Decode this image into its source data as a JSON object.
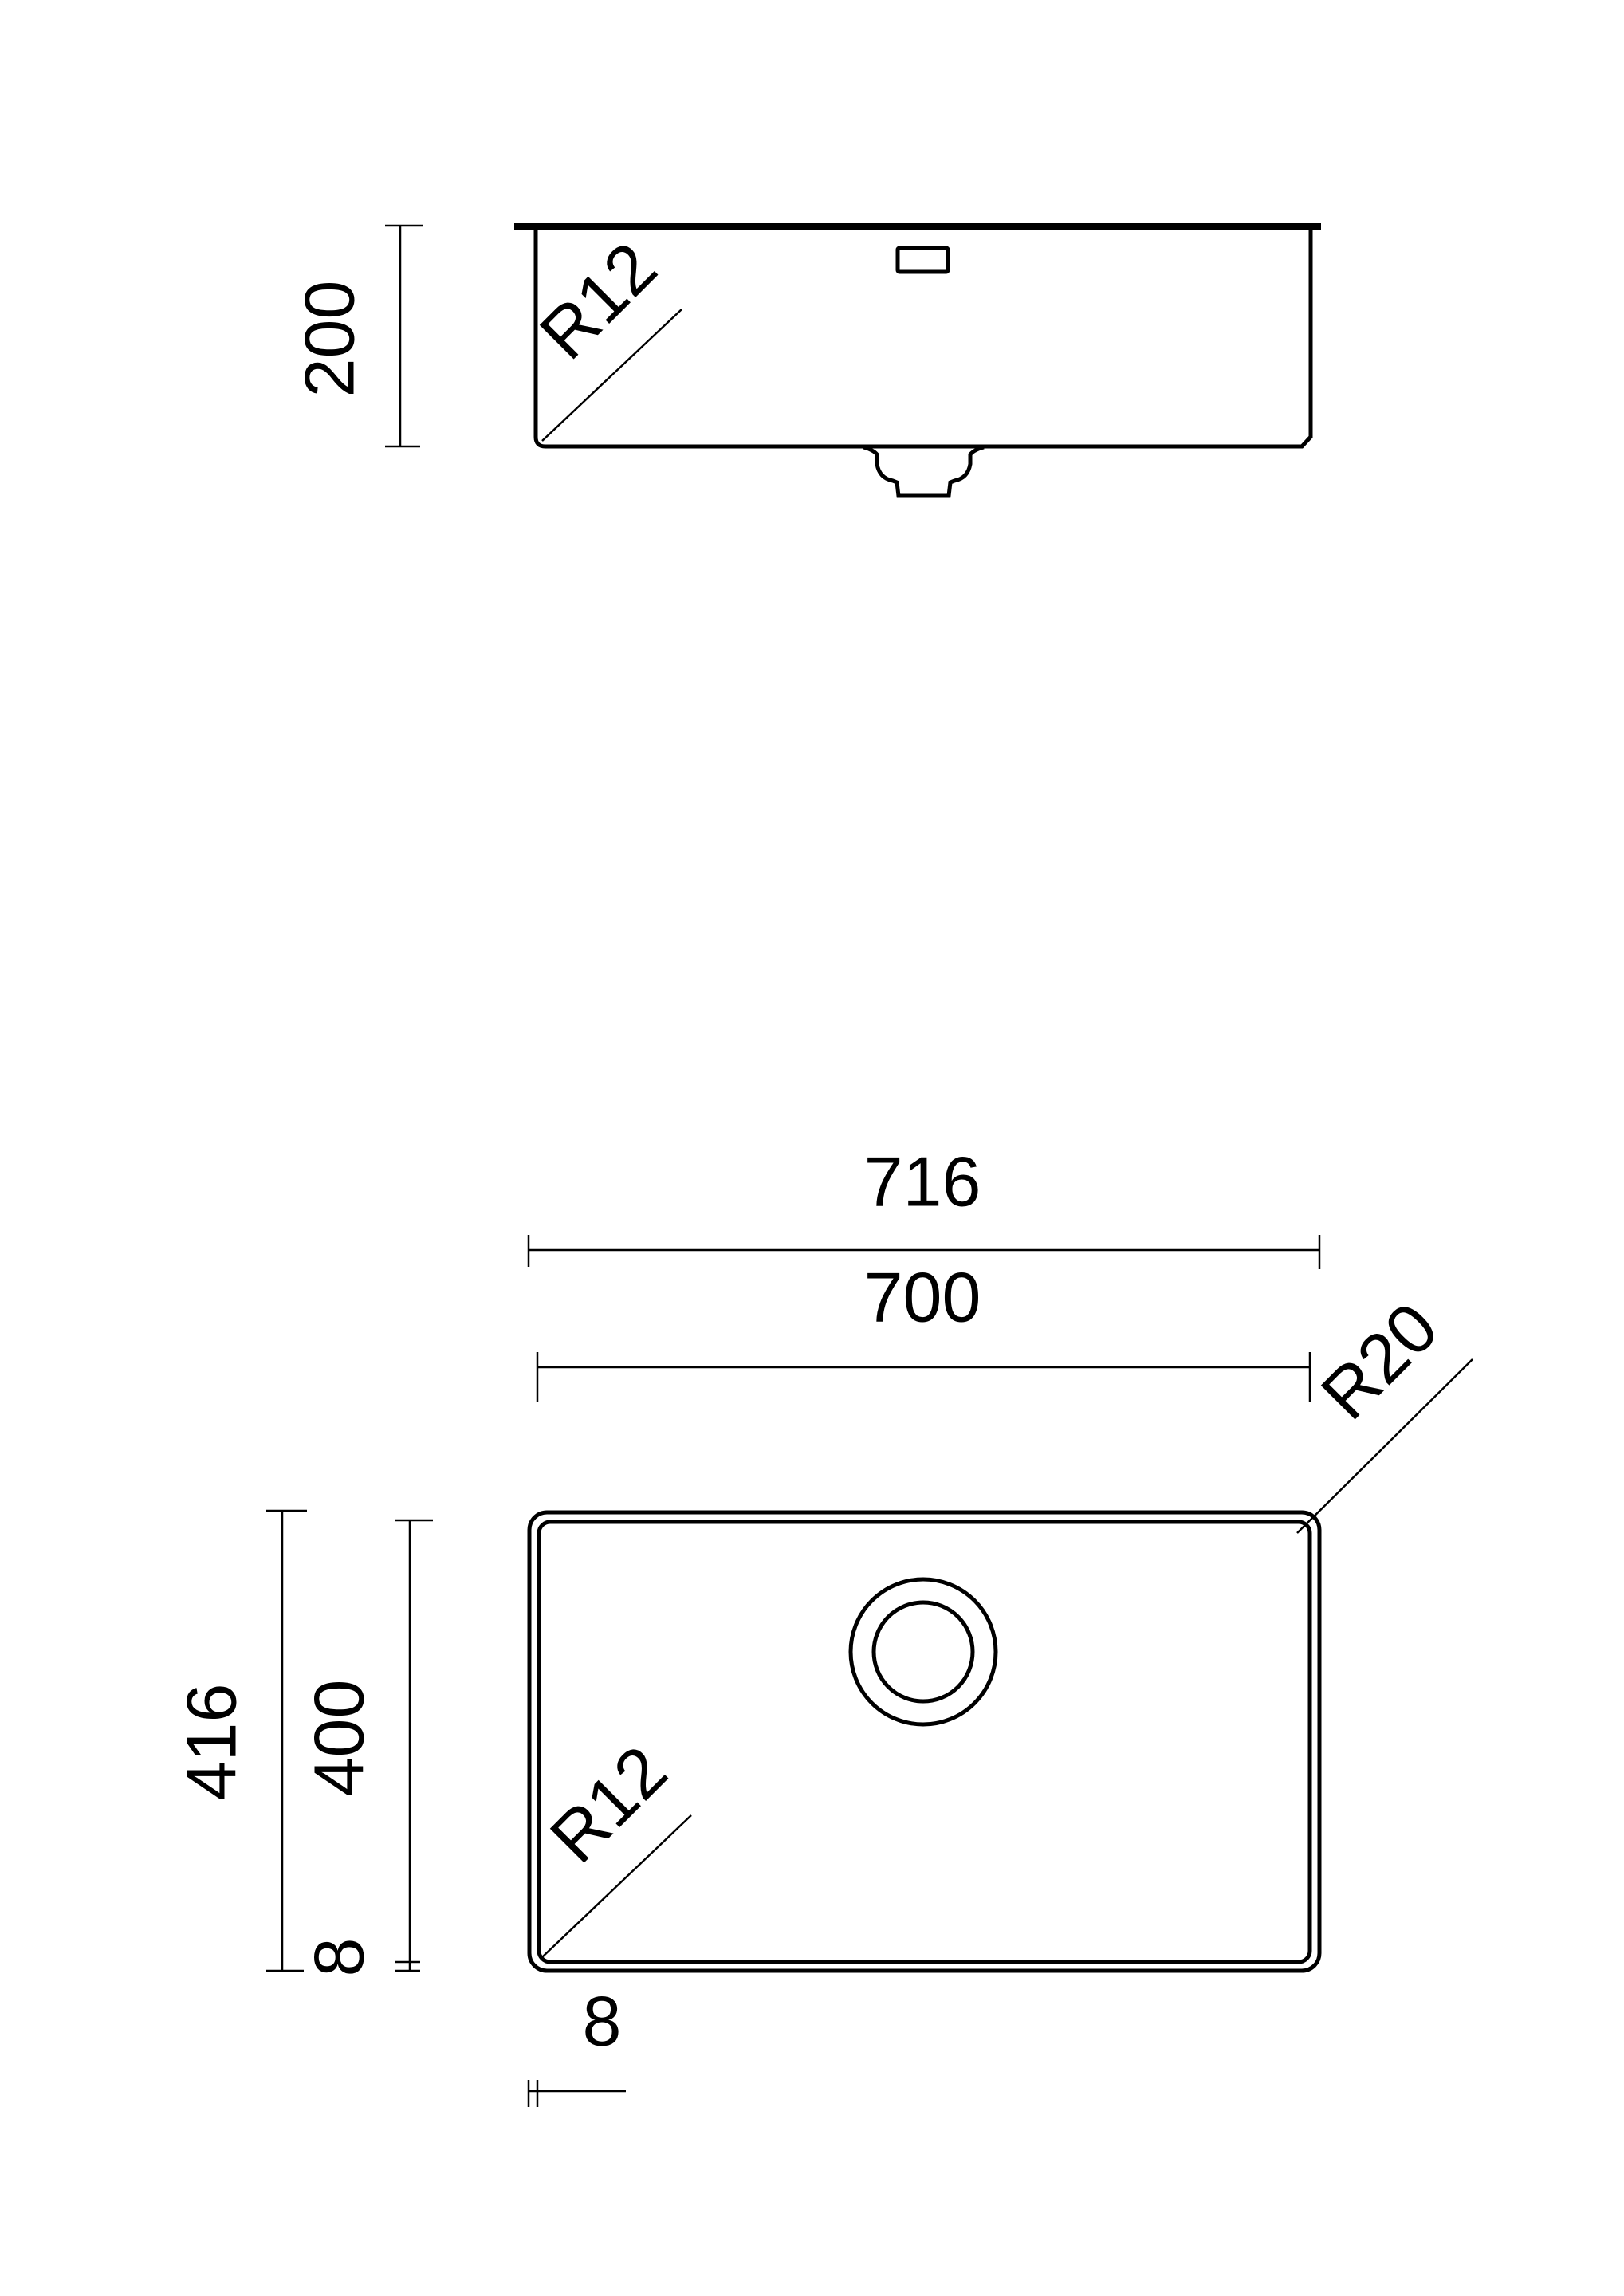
{
  "drawing": {
    "type": "technical-drawing",
    "subject": "undermount sink",
    "line_color": "#000000",
    "background": "#ffffff"
  },
  "side_view": {
    "height_label": "200",
    "radius_label": "R12"
  },
  "top_view": {
    "outer_width_label": "716",
    "inner_width_label": "700",
    "outer_height_label": "416",
    "inner_height_label": "400",
    "rim_vertical_label": "8",
    "rim_horizontal_label": "8",
    "inner_radius_label": "R12",
    "outer_radius_label": "R20"
  }
}
